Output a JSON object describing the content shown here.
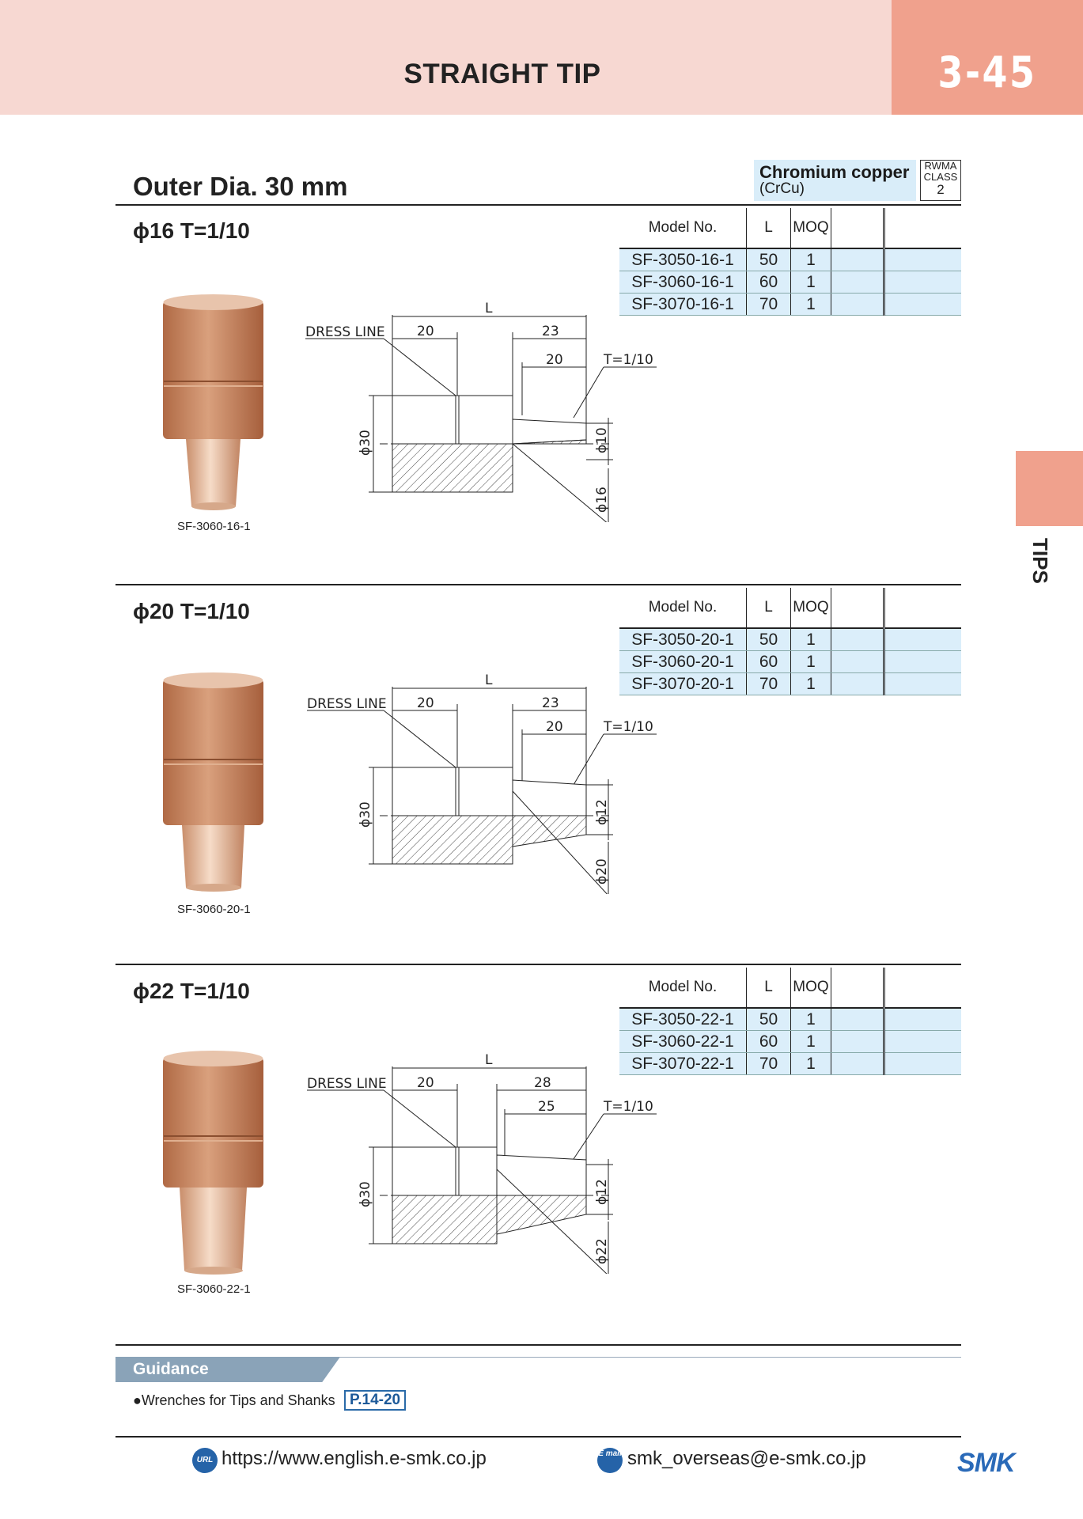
{
  "header": {
    "title": "STRAIGHT TIP",
    "page_number": "3-45"
  },
  "side_tab": {
    "label": "TIPS"
  },
  "section": {
    "title": "Outer Dia. 30 mm"
  },
  "material": {
    "name": "Chromium copper",
    "sub": "(CrCu)",
    "rwma": "RWMA",
    "class_label": "CLASS",
    "class_value": "2"
  },
  "table_headers": {
    "model": "Model No.",
    "l": "L",
    "moq": "MOQ"
  },
  "variants": [
    {
      "heading": "ϕ16  T=1/10",
      "photo_caption": "SF-3060-16-1",
      "rows": [
        {
          "model": "SF-3050-16-1",
          "l": "50",
          "moq": "1"
        },
        {
          "model": "SF-3060-16-1",
          "l": "60",
          "moq": "1"
        },
        {
          "model": "SF-3070-16-1",
          "l": "70",
          "moq": "1"
        }
      ],
      "drawing": {
        "dress_line": "DRESS LINE",
        "L": "L",
        "d1": "20",
        "d2": "23",
        "d3": "20",
        "taper": "T=1/10",
        "dia_body": "ϕ30",
        "dia_tip": "ϕ10",
        "dia_shank": "ϕ16"
      }
    },
    {
      "heading": "ϕ20  T=1/10",
      "photo_caption": "SF-3060-20-1",
      "rows": [
        {
          "model": "SF-3050-20-1",
          "l": "50",
          "moq": "1"
        },
        {
          "model": "SF-3060-20-1",
          "l": "60",
          "moq": "1"
        },
        {
          "model": "SF-3070-20-1",
          "l": "70",
          "moq": "1"
        }
      ],
      "drawing": {
        "dress_line": "DRESS LINE",
        "L": "L",
        "d1": "20",
        "d2": "23",
        "d3": "20",
        "taper": "T=1/10",
        "dia_body": "ϕ30",
        "dia_tip": "ϕ12",
        "dia_shank": "ϕ20"
      }
    },
    {
      "heading": "ϕ22  T=1/10",
      "photo_caption": "SF-3060-22-1",
      "rows": [
        {
          "model": "SF-3050-22-1",
          "l": "50",
          "moq": "1"
        },
        {
          "model": "SF-3060-22-1",
          "l": "60",
          "moq": "1"
        },
        {
          "model": "SF-3070-22-1",
          "l": "70",
          "moq": "1"
        }
      ],
      "drawing": {
        "dress_line": "DRESS LINE",
        "L": "L",
        "d1": "20",
        "d2": "28",
        "d3": "25",
        "taper": "T=1/10",
        "dia_body": "ϕ30",
        "dia_tip": "ϕ12",
        "dia_shank": "ϕ22"
      }
    }
  ],
  "guidance": {
    "label": "Guidance",
    "item": "●Wrenches for Tips and Shanks",
    "ref": "P.14-20"
  },
  "footer": {
    "url_icon": "URL",
    "url": "https://www.english.e-smk.co.jp",
    "mail_icon": "E mail",
    "email": "smk_overseas@e-smk.co.jp",
    "logo": "SMK"
  },
  "colors": {
    "header_bg": "#f7d8d2",
    "accent": "#f0a18d",
    "table_row": "#dbeefa",
    "link_blue": "#1d5a99",
    "copper": "#c07a55"
  }
}
